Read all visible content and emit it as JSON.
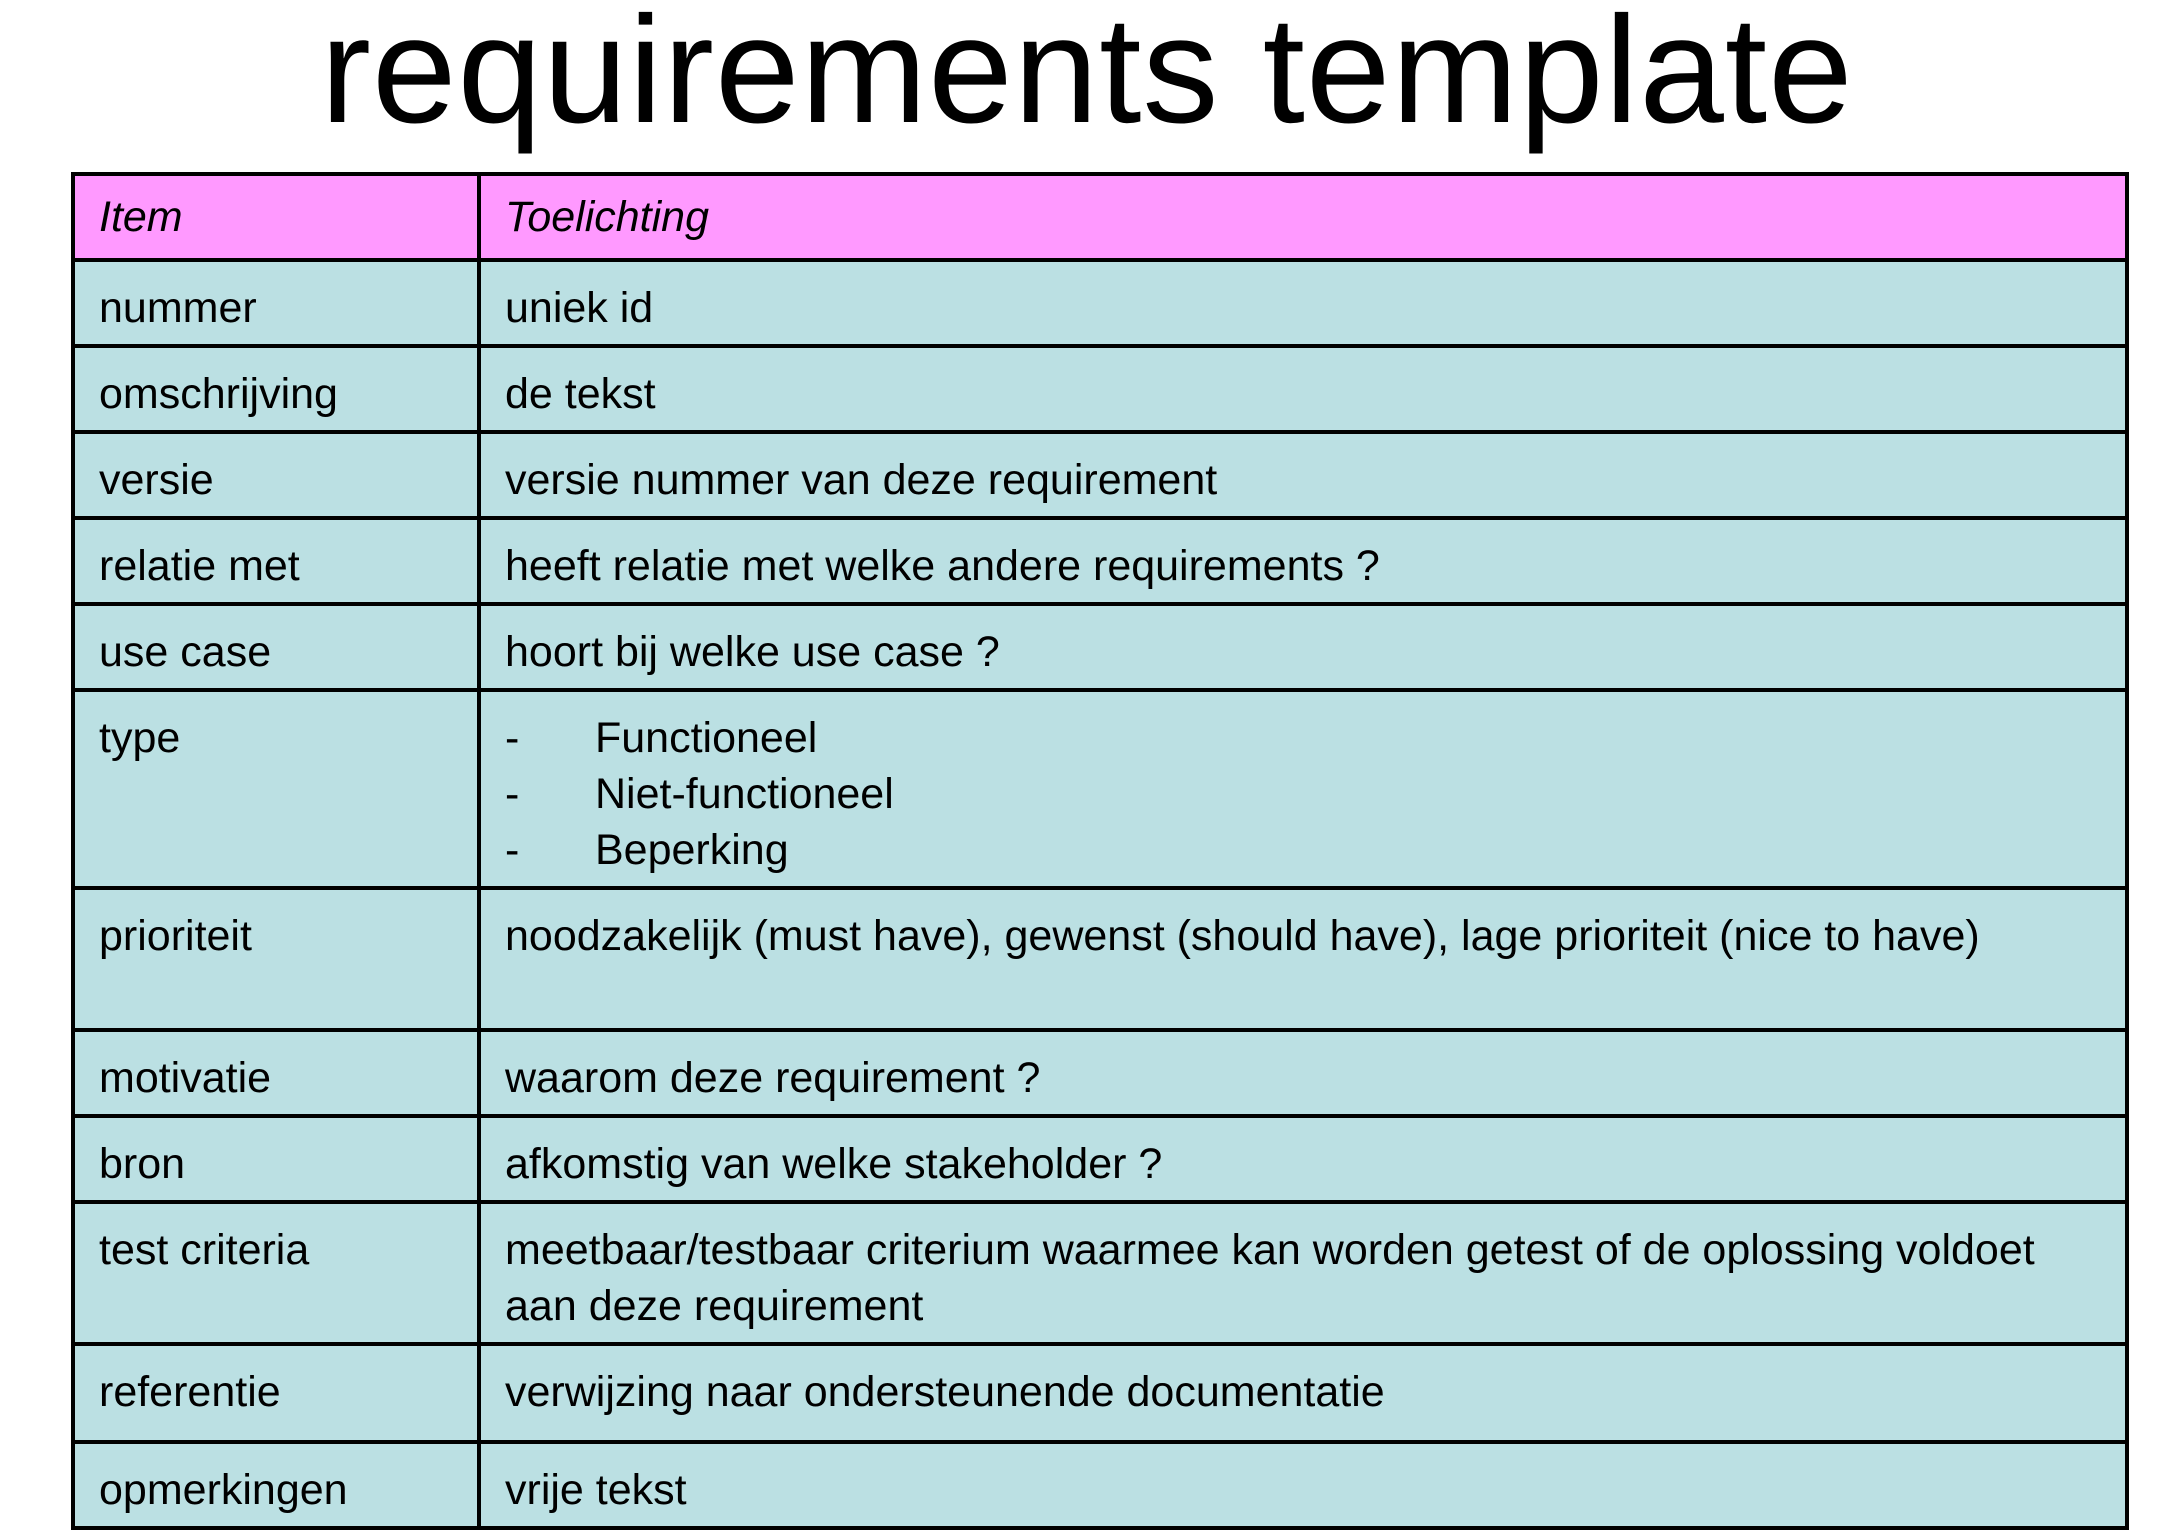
{
  "title": "requirements template",
  "table": {
    "headers": {
      "item": "Item",
      "description": "Toelichting"
    },
    "rows": [
      {
        "item": "nummer",
        "description": "uniek id"
      },
      {
        "item": "omschrijving",
        "description": "de tekst"
      },
      {
        "item": "versie",
        "description": "versie nummer van deze requirement"
      },
      {
        "item": "relatie met",
        "description": "heeft relatie met welke andere requirements ?"
      },
      {
        "item": "use case",
        "description": "hoort bij welke use case ?"
      },
      {
        "item": "type",
        "bullets": [
          "Functioneel",
          "Niet-functioneel",
          "Beperking"
        ],
        "bullet_marker": "-"
      },
      {
        "item": "prioriteit",
        "description": "noodzakelijk (must have), gewenst (should have), lage prioriteit (nice to have)"
      },
      {
        "item": "motivatie",
        "description": "waarom deze requirement ?"
      },
      {
        "item": "bron",
        "description": "afkomstig van welke stakeholder ?"
      },
      {
        "item": "test criteria",
        "description": "meetbaar/testbaar criterium waarmee kan worden getest of de oplossing voldoet aan deze requirement"
      },
      {
        "item": "referentie",
        "description": "verwijzing naar ondersteunende documentatie"
      },
      {
        "item": "opmerkingen",
        "description": "vrije tekst"
      }
    ]
  },
  "colors": {
    "header_bg": "#ff99ff",
    "row_bg": "#bbe0e3",
    "border": "#000000"
  }
}
